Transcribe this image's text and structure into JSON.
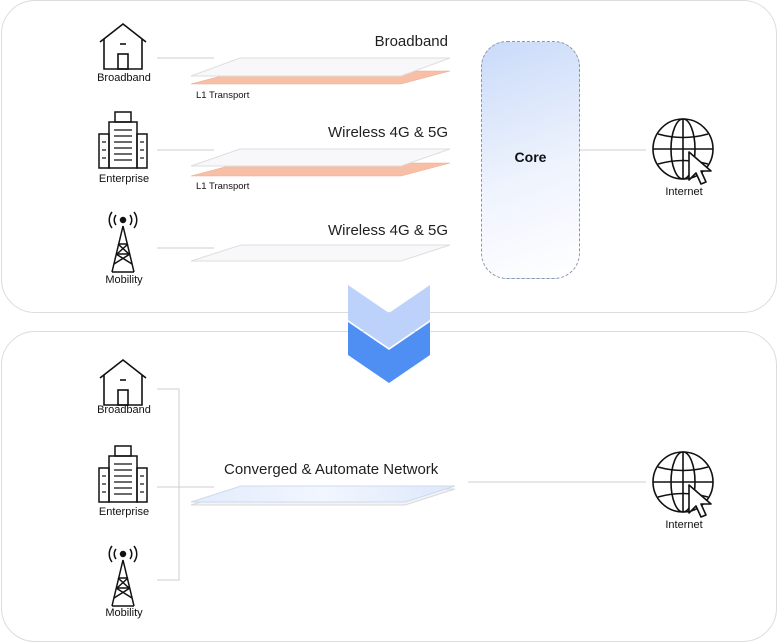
{
  "top": {
    "sources": [
      {
        "label": "Broadband",
        "icon": "house-icon"
      },
      {
        "label": "Enterprise",
        "icon": "building-icon"
      },
      {
        "label": "Mobility",
        "icon": "cell-tower-icon"
      }
    ],
    "networks": [
      {
        "label": "Broadband",
        "transport": "L1 Transport"
      },
      {
        "label": "Wireless 4G & 5G",
        "transport": "L1 Transport"
      },
      {
        "label": "Wireless 4G & 5G"
      }
    ],
    "core_label": "Core",
    "internet_label": "Internet"
  },
  "bottom": {
    "sources": [
      {
        "label": "Broadband",
        "icon": "house-icon"
      },
      {
        "label": "Enterprise",
        "icon": "building-icon"
      },
      {
        "label": "Mobility",
        "icon": "cell-tower-icon"
      }
    ],
    "network_label": "Converged & Automate Network",
    "internet_label": "Internet"
  },
  "colors": {
    "transport_fill": "#f7bfa6",
    "arrow_light": "#bcd2fb",
    "arrow_dark": "#4f8ff3",
    "line": "#cfcfcf"
  }
}
